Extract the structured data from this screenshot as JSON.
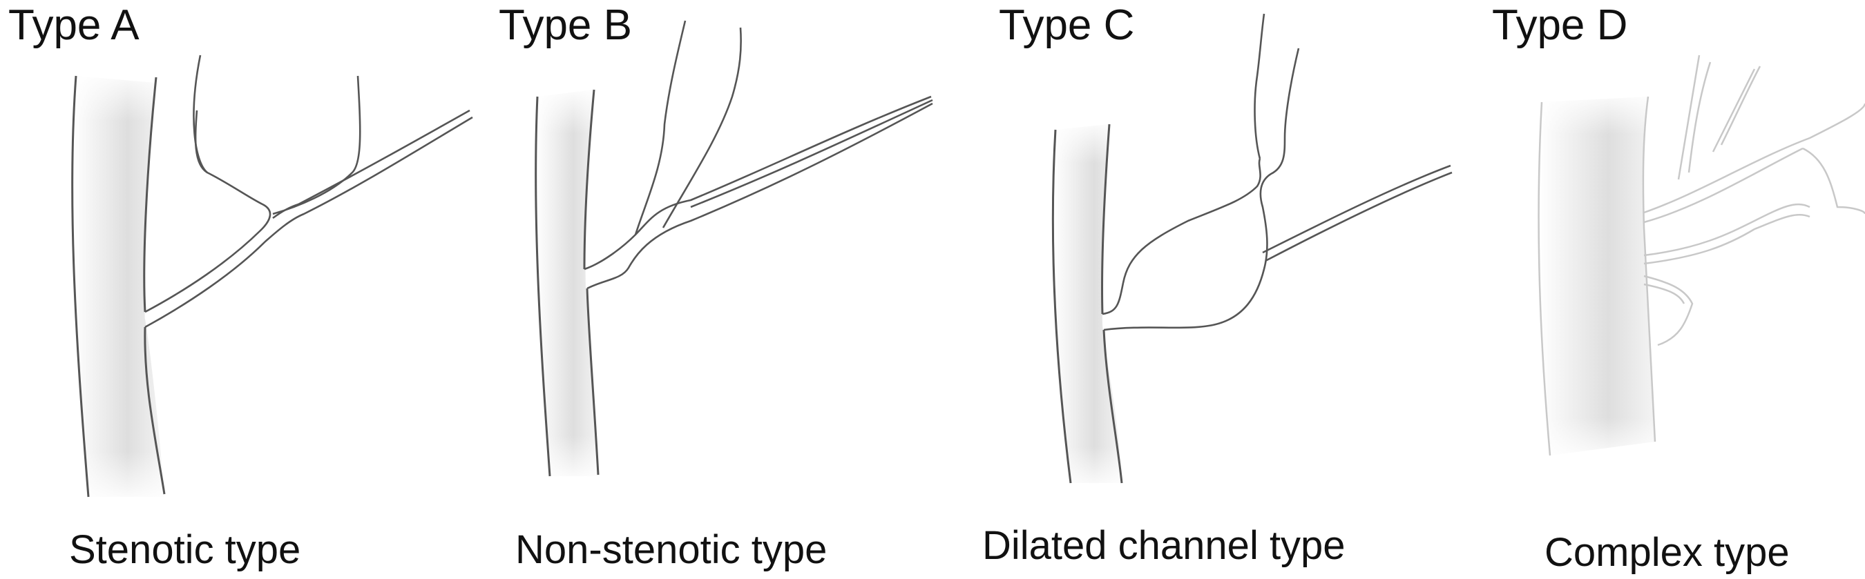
{
  "panels": [
    {
      "title": "Type A",
      "caption": "Stenotic type"
    },
    {
      "title": "Type B",
      "caption": "Non-stenotic type"
    },
    {
      "title": "Type C",
      "caption": "Dilated channel type"
    },
    {
      "title": "Type D",
      "caption": "Complex type"
    }
  ],
  "colors": {
    "text": "#111111",
    "outline": "#555555",
    "vessel_shade": "#d6d6d6",
    "background": "#ffffff"
  }
}
